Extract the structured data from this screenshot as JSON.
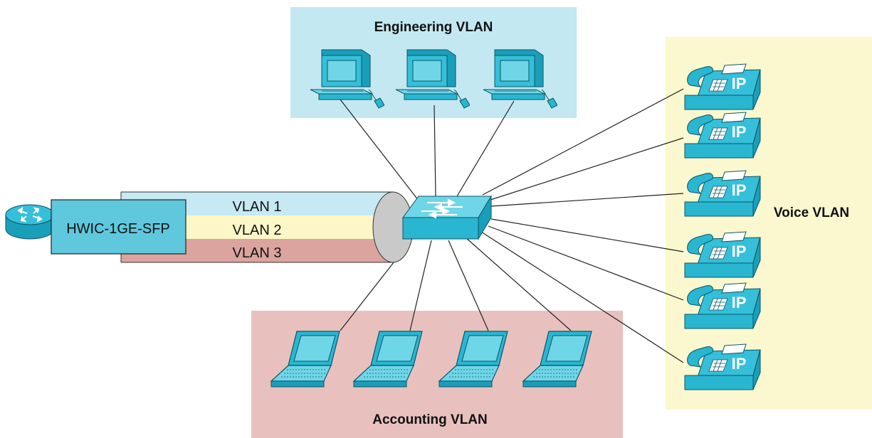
{
  "zones": {
    "engineering": {
      "label": "Engineering VLAN",
      "color": "#c3e8f2"
    },
    "accounting": {
      "label": "Accounting VLAN",
      "color": "#e8c1bf"
    },
    "voice": {
      "label": "Voice VLAN",
      "color": "#fbf8cf"
    }
  },
  "module": {
    "label": "HWIC-1GE-SFP",
    "color": "#5fc8dc"
  },
  "trunk": {
    "vlans": [
      {
        "label": "VLAN 1",
        "color": "#c6e9f3"
      },
      {
        "label": "VLAN 2",
        "color": "#fbf7c7"
      },
      {
        "label": "VLAN 3",
        "color": "#dba49f"
      }
    ]
  },
  "icons": {
    "router": "router-icon",
    "switch": "switch-icon",
    "workstation": "workstation-icon",
    "laptop": "laptop-icon",
    "ip_phone": "ip-phone-icon"
  },
  "phone_badge": "IP",
  "device_color": "#29b6d0",
  "device_counts": {
    "workstations": 3,
    "laptops": 4,
    "phones": 6
  }
}
